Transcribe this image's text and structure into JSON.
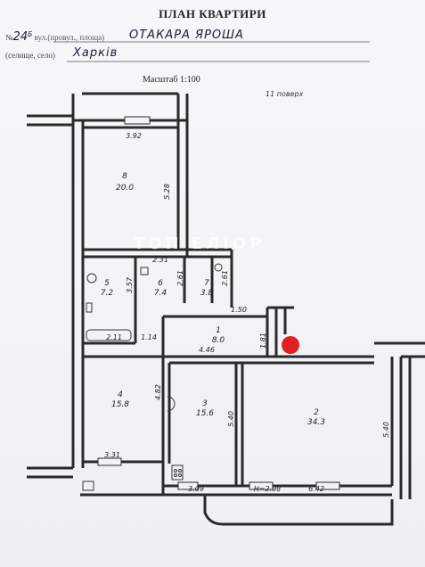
{
  "header": {
    "title": "ПЛАН КВАРТИРИ",
    "number_prefix": "№",
    "house_number": "24",
    "house_suffix": "Б",
    "street_label": "вул.(провул., площа)",
    "street_value": "ОТАКАРА ЯРОША",
    "city_label": "(селище, село)",
    "city_value": "Харків"
  },
  "scale": "Масштаб 1:100",
  "floor_note": "11 поверх",
  "watermark": "ТОП ЕЛІОР",
  "rooms": [
    {
      "num": "8",
      "area": "20.0"
    },
    {
      "num": "5",
      "area": "7.2"
    },
    {
      "num": "6",
      "area": "7.4"
    },
    {
      "num": "7",
      "area": "3.8"
    },
    {
      "num": "1",
      "area": "8.0"
    },
    {
      "num": "4",
      "area": "15.8"
    },
    {
      "num": "3",
      "area": "15.6"
    },
    {
      "num": "2",
      "area": "34.3"
    }
  ],
  "dimensions": {
    "d_392": "3.92",
    "d_528": "5.28",
    "d_231": "2.31",
    "d_261a": "2.61",
    "d_261b": "2.61",
    "d_357": "3.57",
    "d_150": "1.50",
    "d_211": "2.11",
    "d_114": "1.14",
    "d_181": "1.81",
    "d_446": "4.46",
    "d_482": "4.82",
    "d_540a": "5.40",
    "d_540b": "5.40",
    "d_331": "3.31",
    "d_309": "3.09",
    "d_298": "H=2.98",
    "d_642": "6.42"
  },
  "colors": {
    "wall": "#2a2a2a",
    "marker": "#e02020"
  }
}
